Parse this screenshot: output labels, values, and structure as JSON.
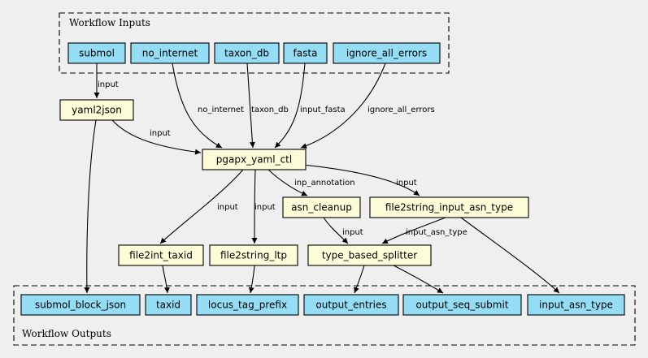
{
  "colors": {
    "background": "#efefef",
    "io_node_fill": "#94ddf4",
    "step_node_fill": "#fdfcd8",
    "stroke": "#000000"
  },
  "clusters": {
    "inputs_label": "Workflow Inputs",
    "outputs_label": "Workflow Outputs"
  },
  "inputs": [
    "submol",
    "no_internet",
    "taxon_db",
    "fasta",
    "ignore_all_errors"
  ],
  "steps": [
    "yaml2json",
    "pgapx_yaml_ctl",
    "asn_cleanup",
    "file2string_input_asn_type",
    "file2int_taxid",
    "file2string_ltp",
    "type_based_splitter"
  ],
  "outputs": [
    "submol_block_json",
    "taxid",
    "locus_tag_prefix",
    "output_entries",
    "output_seq_submit",
    "input_asn_type"
  ],
  "edges": [
    {
      "from": "submol",
      "to": "yaml2json",
      "label": "input"
    },
    {
      "from": "no_internet",
      "to": "pgapx_yaml_ctl",
      "label": "no_internet"
    },
    {
      "from": "taxon_db",
      "to": "pgapx_yaml_ctl",
      "label": "taxon_db"
    },
    {
      "from": "fasta",
      "to": "pgapx_yaml_ctl",
      "label": "input_fasta"
    },
    {
      "from": "ignore_all_errors",
      "to": "pgapx_yaml_ctl",
      "label": "ignore_all_errors"
    },
    {
      "from": "yaml2json",
      "to": "pgapx_yaml_ctl",
      "label": "input"
    },
    {
      "from": "yaml2json",
      "to": "submol_block_json",
      "label": ""
    },
    {
      "from": "pgapx_yaml_ctl",
      "to": "asn_cleanup",
      "label": "inp_annotation"
    },
    {
      "from": "pgapx_yaml_ctl",
      "to": "file2string_input_asn_type",
      "label": "input"
    },
    {
      "from": "pgapx_yaml_ctl",
      "to": "file2int_taxid",
      "label": "input"
    },
    {
      "from": "pgapx_yaml_ctl",
      "to": "file2string_ltp",
      "label": "input"
    },
    {
      "from": "asn_cleanup",
      "to": "type_based_splitter",
      "label": "input"
    },
    {
      "from": "file2string_input_asn_type",
      "to": "type_based_splitter",
      "label": "input_asn_type"
    },
    {
      "from": "file2string_input_asn_type",
      "to": "input_asn_type",
      "label": ""
    },
    {
      "from": "file2int_taxid",
      "to": "taxid",
      "label": ""
    },
    {
      "from": "file2string_ltp",
      "to": "locus_tag_prefix",
      "label": ""
    },
    {
      "from": "type_based_splitter",
      "to": "output_entries",
      "label": ""
    },
    {
      "from": "type_based_splitter",
      "to": "output_seq_submit",
      "label": ""
    }
  ]
}
